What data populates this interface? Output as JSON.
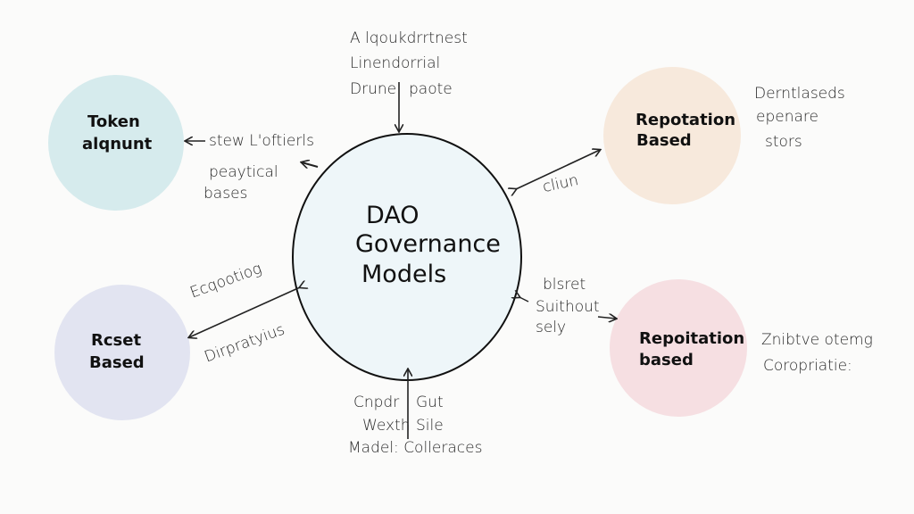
{
  "title": {
    "line1": "DAO",
    "line2": "Governance",
    "line3": "Models"
  },
  "nodes": [
    {
      "line1": "Token",
      "line2": "alqnunt",
      "color": "#cfe7ea"
    },
    {
      "line1": "Rcset",
      "line2": "Based",
      "color": "#dfe1f0"
    },
    {
      "line1": "Repotation",
      "line2": "Based",
      "color": "#f6e7d8"
    },
    {
      "line1": "Repoitation",
      "line2": "based",
      "color": "#f5dcdf"
    }
  ],
  "annotations": {
    "top": [
      "A lqoukdrrtnest",
      "Linendorrial",
      "Drune",
      "paote"
    ],
    "left_top": [
      "stew L'oftierls",
      "peaytical",
      "bases"
    ],
    "right_top_link": "cliun",
    "right_top_note": [
      "Derntlaseds",
      "epenare",
      "stors"
    ],
    "left_bottom": [
      "Ecqootiog",
      "Dirpratyius"
    ],
    "right_bottom_link": [
      "blsret",
      "Suithout",
      "sely"
    ],
    "right_bottom_note": [
      "Znibtve otemg",
      "Coropriatie:"
    ],
    "bottom": [
      "Cnpdr",
      "Gut",
      "Wexth",
      "Sile",
      "Madel: Colleraces"
    ]
  }
}
